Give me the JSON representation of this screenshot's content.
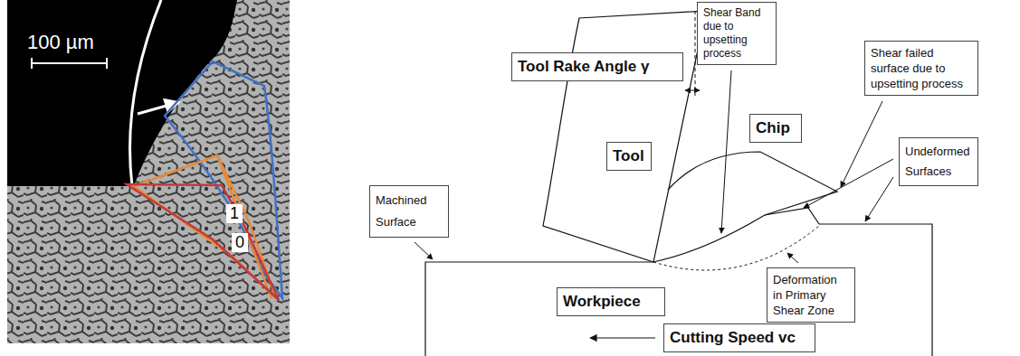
{
  "diagram": {
    "nodes": [
      {
        "text": [
          "Tool Rake Angle γ"
        ]
      },
      {
        "text": [
          "Shear Band due to upsetting process"
        ]
      },
      {
        "text": [
          "Shear failed surface due to upsetting process"
        ]
      },
      {
        "text": [
          "Chip"
        ]
      },
      {
        "text": [
          "Undeformed Surfaces"
        ]
      },
      {
        "text": [
          "Machined Surface"
        ]
      },
      {
        "text": [
          "Tool"
        ]
      },
      {
        "text": [
          "Deformation in Primary Shear Zone"
        ]
      },
      {
        "text": [
          "Workpiece"
        ]
      },
      {
        "text": [
          "Cutting Speed vc"
        ]
      }
    ],
    "labels": [
      "100 µm",
      "1",
      "0"
    ]
  }
}
